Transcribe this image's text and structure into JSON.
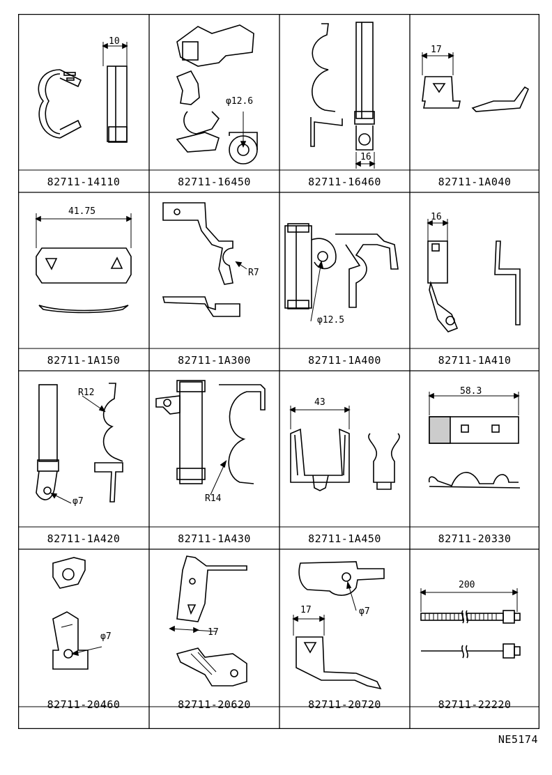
{
  "parts": [
    {
      "part_number": "82711-14110",
      "dims": [
        "10"
      ]
    },
    {
      "part_number": "82711-16450",
      "dims": [
        "φ12.6"
      ]
    },
    {
      "part_number": "82711-16460",
      "dims": [
        "16"
      ]
    },
    {
      "part_number": "82711-1A040",
      "dims": [
        "17"
      ]
    },
    {
      "part_number": "82711-1A150",
      "dims": [
        "41.75"
      ]
    },
    {
      "part_number": "82711-1A300",
      "dims": [
        "R7"
      ]
    },
    {
      "part_number": "82711-1A400",
      "dims": [
        "φ12.5"
      ]
    },
    {
      "part_number": "82711-1A410",
      "dims": [
        "16"
      ]
    },
    {
      "part_number": "82711-1A420",
      "dims": [
        "R12",
        "φ7"
      ]
    },
    {
      "part_number": "82711-1A430",
      "dims": [
        "R14"
      ]
    },
    {
      "part_number": "82711-1A450",
      "dims": [
        "43"
      ]
    },
    {
      "part_number": "82711-20330",
      "dims": [
        "58.3"
      ]
    },
    {
      "part_number": "82711-20460",
      "dims": [
        "φ7"
      ]
    },
    {
      "part_number": "82711-20620",
      "dims": [
        "17"
      ]
    },
    {
      "part_number": "82711-20720",
      "dims": [
        "17",
        "φ7"
      ]
    },
    {
      "part_number": "82711-22220",
      "dims": [
        "200"
      ]
    }
  ],
  "drawing_code": "NE5174"
}
